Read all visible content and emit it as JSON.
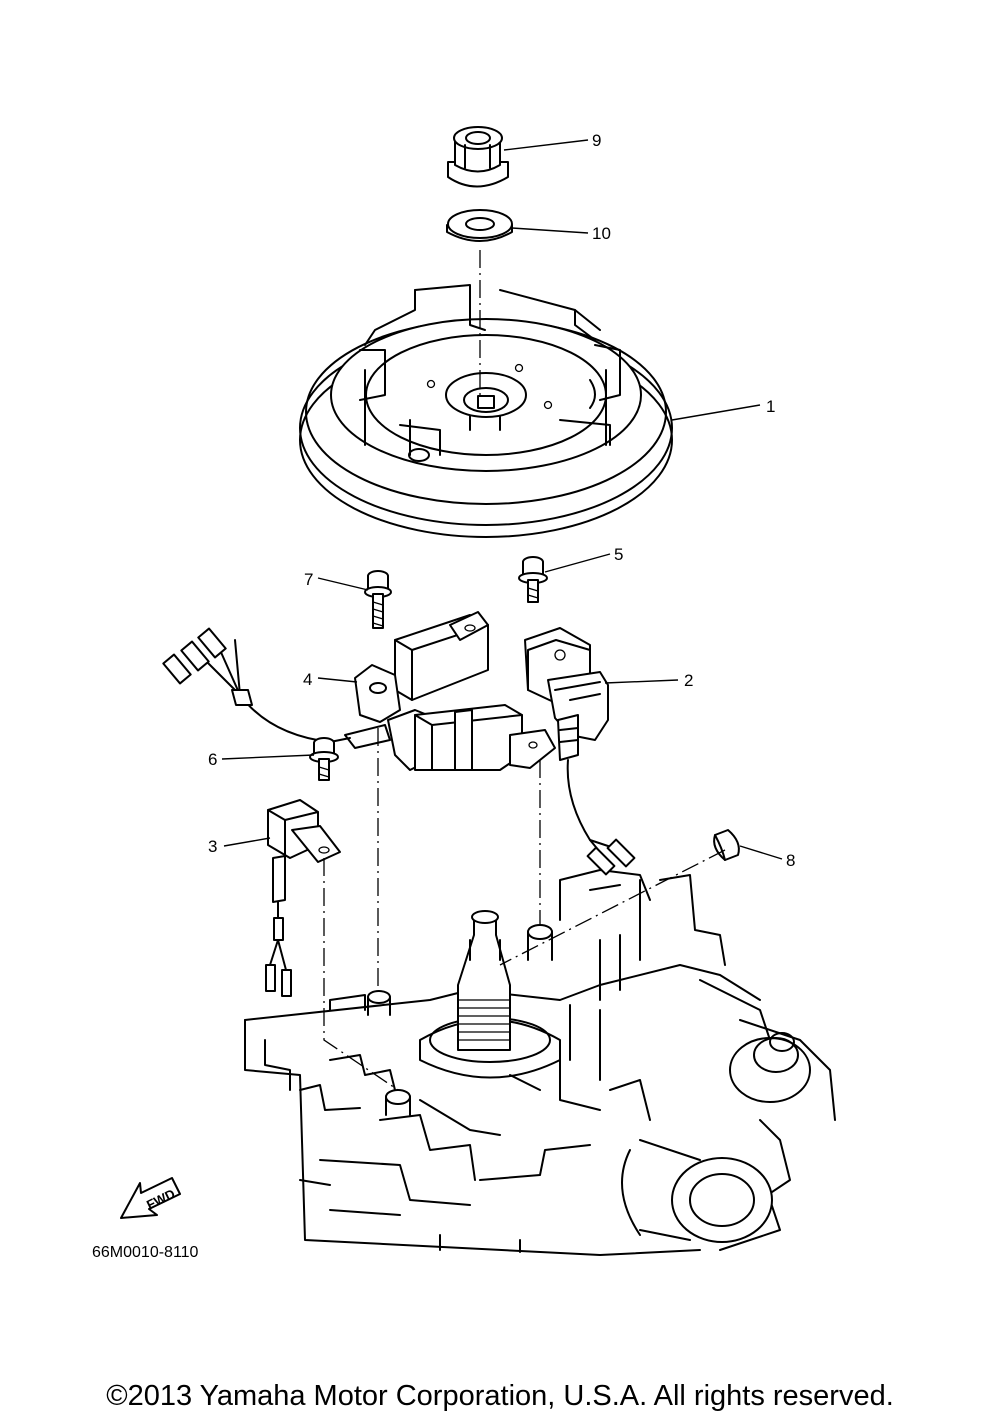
{
  "callouts": {
    "flywheel": "1",
    "pulser_coil": "2",
    "charge_coil": "3",
    "lighting_coil": "4",
    "bolt_5": "5",
    "bolt_6": "6",
    "bolt_7": "7",
    "woodruff_key": "8",
    "nut": "9",
    "washer": "10"
  },
  "drawing_code": "66M0010-8110",
  "fwd_label": "FWD",
  "copyright": "©2013 Yamaha Motor Corporation, U.S.A. All rights reserved."
}
